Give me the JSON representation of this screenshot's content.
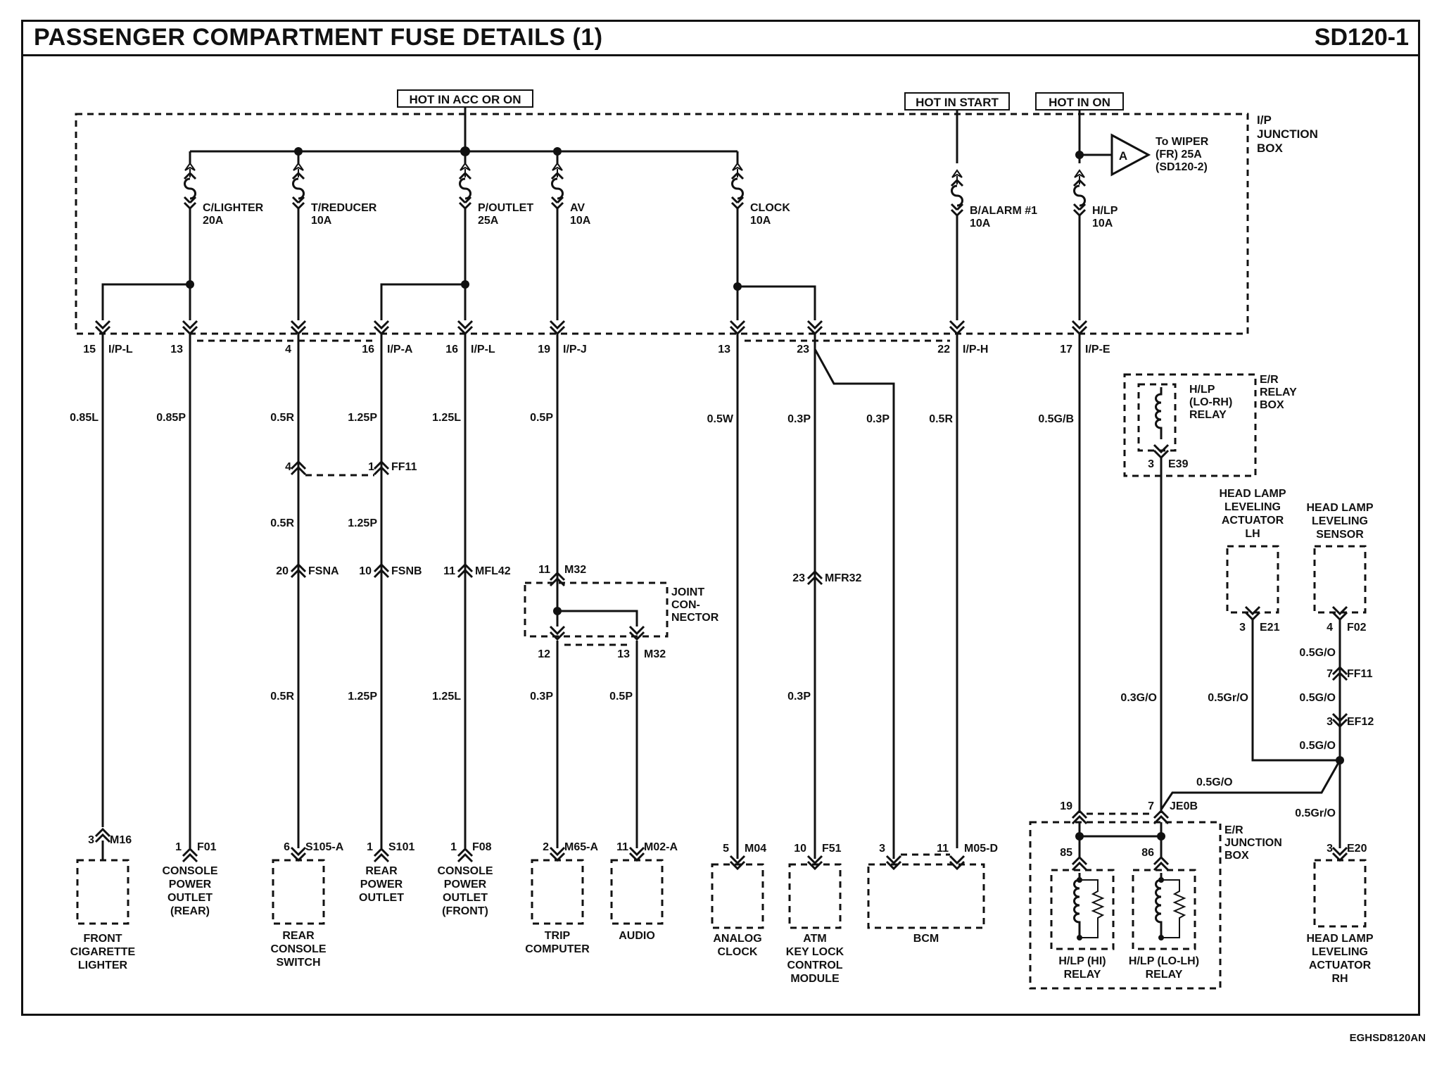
{
  "header": {
    "title": "PASSENGER COMPARTMENT FUSE DETAILS (1)",
    "code": "SD120-1"
  },
  "footer": {
    "code": "EGHSD8120AN"
  },
  "supply_labels": {
    "acc_on": "HOT IN ACC OR ON",
    "start": "HOT IN START",
    "on": "HOT IN ON"
  },
  "junction_box": {
    "l1": "I/P",
    "l2": "JUNCTION",
    "l3": "BOX"
  },
  "wiper_ref": {
    "letter": "A",
    "l1": "To WIPER",
    "l2": "(FR) 25A",
    "l3": "(SD120-2)"
  },
  "fuses": {
    "clighter": {
      "name": "C/LIGHTER",
      "rating": "20A"
    },
    "treducer": {
      "name": "T/REDUCER",
      "rating": "10A"
    },
    "poutlet": {
      "name": "P/OUTLET",
      "rating": "25A"
    },
    "av": {
      "name": "AV",
      "rating": "10A"
    },
    "clock": {
      "name": "CLOCK",
      "rating": "10A"
    },
    "balarm": {
      "name": "B/ALARM #1",
      "rating": "10A"
    },
    "hlp": {
      "name": "H/LP",
      "rating": "10A"
    }
  },
  "jb_pins": {
    "p1": {
      "pin": "15",
      "conn": "I/P-L"
    },
    "p2": {
      "pin": "13"
    },
    "p3": {
      "pin": "4"
    },
    "p4": {
      "pin": "16",
      "conn": "I/P-A"
    },
    "p5": {
      "pin": "16",
      "conn": "I/P-L"
    },
    "p6": {
      "pin": "19",
      "conn": "I/P-J"
    },
    "p7": {
      "pin": "13"
    },
    "p8": {
      "pin": "23"
    },
    "p9": {
      "pin": "22",
      "conn": "I/P-H"
    },
    "p10": {
      "pin": "17",
      "conn": "I/P-E"
    }
  },
  "wires": {
    "w1": "0.85L",
    "w2": "0.85P",
    "w3a": "0.5R",
    "w4a": "1.25P",
    "w5a": "1.25L",
    "w6a": "0.5P",
    "w7": "0.5W",
    "w8": "0.3P",
    "w8b": "0.3P",
    "w9": "0.5R",
    "w10": "0.5G/B",
    "w3b": "0.5R",
    "w4b": "1.25P",
    "w3c": "0.5R",
    "w4c": "1.25P",
    "w5c": "1.25L",
    "w6b": "0.3P",
    "w6c": "0.5P",
    "w8c": "0.3P",
    "w_e39": "0.3G/O",
    "w_e21": "0.5Gr/O",
    "w_f02": "0.5G/O",
    "w_ff11": "0.5G/O",
    "w_ef12": "0.5G/O",
    "w_je0b": "0.5G/O",
    "w_e20": "0.5Gr/O"
  },
  "inline": {
    "ff11_l": "4",
    "ff11_r": "1",
    "ff11": "FF11",
    "fsna_pin": "20",
    "fsna": "FSNA",
    "fsnb_pin": "10",
    "fsnb": "FSNB",
    "mfl42_pin": "11",
    "mfl42": "MFL42",
    "m32_pin": "11",
    "m32": "M32",
    "m32_p12": "12",
    "m32_p13": "13",
    "m32_b": "M32",
    "mfr32_pin": "23",
    "mfr32": "MFR32",
    "ff11b_pin": "7",
    "ff11b": "FF11",
    "ef12_pin": "3",
    "ef12": "EF12"
  },
  "joint": {
    "l1": "JOINT",
    "l2": "CON-",
    "l3": "NECTOR"
  },
  "er_relay_box": {
    "l1": "E/R",
    "l2": "RELAY",
    "l3": "BOX",
    "relay_l1": "H/LP",
    "relay_l2": "(LO-RH)",
    "relay_l3": "RELAY",
    "pin": "3",
    "conn": "E39"
  },
  "er_junction_box": {
    "l1": "E/R",
    "l2": "JUNCTION",
    "l3": "BOX",
    "pin19": "19",
    "pin7": "7",
    "conn": "JE0B",
    "p85": "85",
    "p86": "86",
    "r1_l1": "H/LP (HI)",
    "r1_l2": "RELAY",
    "r2_l1": "H/LP (LO-LH)",
    "r2_l2": "RELAY"
  },
  "loads": {
    "m16": {
      "pin": "3",
      "conn": "M16",
      "n1": "FRONT",
      "n2": "CIGARETTE",
      "n3": "LIGHTER"
    },
    "f01": {
      "pin": "1",
      "conn": "F01",
      "n1": "CONSOLE",
      "n2": "POWER",
      "n3": "OUTLET",
      "n4": "(REAR)"
    },
    "s105": {
      "pin": "6",
      "conn": "S105-A",
      "n1": "REAR",
      "n2": "CONSOLE",
      "n3": "SWITCH"
    },
    "s101": {
      "pin": "1",
      "conn": "S101",
      "n1": "REAR",
      "n2": "POWER",
      "n3": "OUTLET"
    },
    "f08": {
      "pin": "1",
      "conn": "F08",
      "n1": "CONSOLE",
      "n2": "POWER",
      "n3": "OUTLET",
      "n4": "(FRONT)"
    },
    "m65": {
      "pin": "2",
      "conn": "M65-A",
      "n1": "TRIP",
      "n2": "COMPUTER"
    },
    "m02": {
      "pin": "11",
      "conn": "M02-A",
      "n1": "AUDIO"
    },
    "m04": {
      "pin": "5",
      "conn": "M04",
      "n1": "ANALOG",
      "n2": "CLOCK"
    },
    "f51": {
      "pin": "10",
      "conn": "F51",
      "n1": "ATM",
      "n2": "KEY LOCK",
      "n3": "CONTROL",
      "n4": "MODULE"
    },
    "m05": {
      "pin_a": "3",
      "pin_b": "11",
      "conn": "M05-D",
      "n1": "BCM"
    },
    "e21": {
      "pin": "3",
      "conn": "E21",
      "n1": "HEAD LAMP",
      "n2": "LEVELING",
      "n3": "ACTUATOR",
      "n4": "LH"
    },
    "f02": {
      "pin": "4",
      "conn": "F02",
      "n1": "HEAD LAMP",
      "n2": "LEVELING",
      "n3": "SENSOR"
    },
    "e20": {
      "pin": "3",
      "conn": "E20",
      "n1": "HEAD LAMP",
      "n2": "LEVELING",
      "n3": "ACTUATOR",
      "n4": "RH"
    }
  }
}
